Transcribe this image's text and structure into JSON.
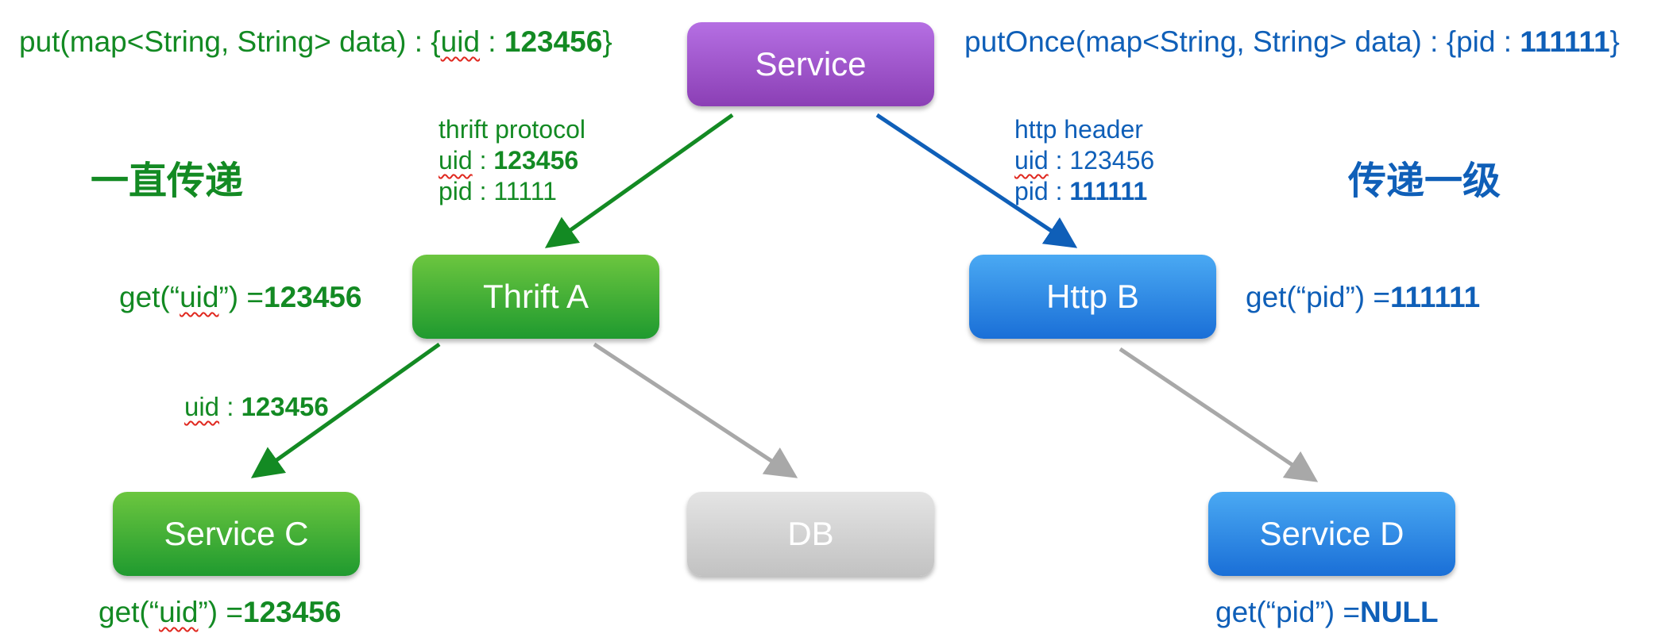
{
  "colors": {
    "green": "#138a23",
    "blue": "#0f5fb8",
    "gray_arrow": "#a8a8a8",
    "wavy_underline": "#e0281f"
  },
  "nodes": {
    "service": "Service",
    "thrift_a": "Thrift A",
    "http_b": "Http B",
    "service_c": "Service C",
    "db": "DB",
    "service_d": "Service D"
  },
  "top_left": {
    "prefix": "put(map<String, String> data) : {",
    "key": "uid",
    "sep": " : ",
    "value": "123456",
    "suffix": "}"
  },
  "top_right": {
    "prefix": "putOnce(map<String, String> data) : {pid : ",
    "value": "111111",
    "suffix": "}"
  },
  "left_title": "一直传递",
  "right_title": "传递一级",
  "thrift_edge": {
    "line1": "thrift protocol",
    "uid_key": "uid",
    "uid_sep": " : ",
    "uid_value": "123456",
    "pid_text": "pid : 11111"
  },
  "http_edge": {
    "line1": "http header",
    "uid_key": "uid",
    "uid_rest": " : 123456",
    "pid_prefix": "pid : ",
    "pid_value": "111111"
  },
  "thrift_get": {
    "pre": "get(“",
    "key": "uid",
    "post": "”) =",
    "value": "123456"
  },
  "http_get": {
    "pre": "get(“pid”) =",
    "value": "111111"
  },
  "edge_uid": {
    "key": "uid",
    "sep": " : ",
    "value": "123456"
  },
  "service_c_get": {
    "pre": "get(“",
    "key": "uid",
    "post": "”) =",
    "value": "123456"
  },
  "service_d_get": {
    "pre": "get(“pid”) =",
    "value": "NULL"
  }
}
